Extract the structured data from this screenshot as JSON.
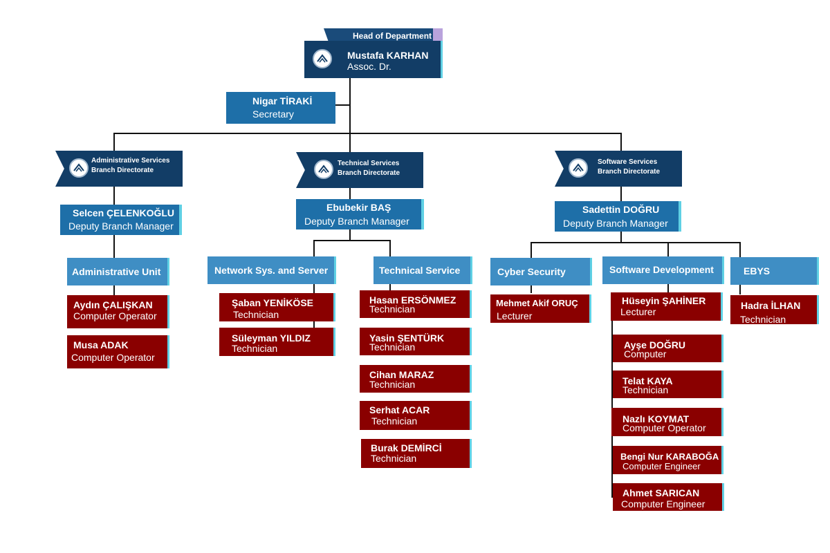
{
  "head": {
    "tag": "Head of Department",
    "name": "Mustafa KARHAN",
    "title": "Assoc. Dr.",
    "colors": {
      "navy": "#123d66",
      "tag": "#1a4b7a",
      "tag_accent": "#b9a3dc",
      "accent": "#5fd0e4"
    }
  },
  "secretary": {
    "name": "Nigar TİRAKİ",
    "title": "Secretary"
  },
  "directorates": [
    {
      "line1": "Administrative Services",
      "line2": "Branch Directorate",
      "manager": {
        "name": "Selcen ÇELENKOĞLU",
        "title": "Deputy Branch Manager"
      },
      "units": [
        {
          "label": "Administrative Unit",
          "staff": [
            {
              "name": "Aydın ÇALIŞKAN",
              "title": "Computer Operator"
            },
            {
              "name": "Musa ADAK",
              "title": "Computer Operator"
            }
          ]
        }
      ]
    },
    {
      "line1": "Technical Services",
      "line2": "Branch Directorate",
      "manager": {
        "name": "Ebubekir BAŞ",
        "title": "Deputy Branch Manager"
      },
      "units": [
        {
          "label": "Network Sys. and Server",
          "staff": [
            {
              "name": "Şaban YENİKÖSE",
              "title": "Technician"
            },
            {
              "name": "Süleyman YILDIZ",
              "title": "Technician"
            }
          ]
        },
        {
          "label": "Technical Service",
          "staff": [
            {
              "name": "Hasan ERSÖNMEZ",
              "title": "Technician"
            },
            {
              "name": "Yasin ŞENTÜRK",
              "title": "Technician"
            },
            {
              "name": "Cihan MARAZ",
              "title": "Technician"
            },
            {
              "name": "Serhat ACAR",
              "title": "Technician"
            },
            {
              "name": "Burak DEMİRCİ",
              "title": "Technician"
            }
          ]
        }
      ]
    },
    {
      "line1": "Software Services",
      "line2": "Branch Directorate",
      "manager": {
        "name": "Sadettin DOĞRU",
        "title": "Deputy Branch Manager"
      },
      "units": [
        {
          "label": "Cyber Security",
          "staff": [
            {
              "name": "Mehmet Akif ORUÇ",
              "title": "Lecturer"
            }
          ]
        },
        {
          "label": "Software Development",
          "staff": [
            {
              "name": "Hüseyin ŞAHİNER",
              "title": "Lecturer"
            },
            {
              "name": "Ayşe DOĞRU",
              "title": "Computer"
            },
            {
              "name": "Telat KAYA",
              "title": "Technician"
            },
            {
              "name": "Nazlı KOYMAT",
              "title": "Computer Operator"
            },
            {
              "name": "Bengi Nur KARABOĞA",
              "title": "Computer Engineer"
            },
            {
              "name": "Ahmet SARICAN",
              "title": "Computer Engineer"
            }
          ]
        },
        {
          "label": "EBYS",
          "staff": [
            {
              "name": "Hadra İLHAN",
              "title": "Technician"
            }
          ]
        }
      ]
    }
  ]
}
